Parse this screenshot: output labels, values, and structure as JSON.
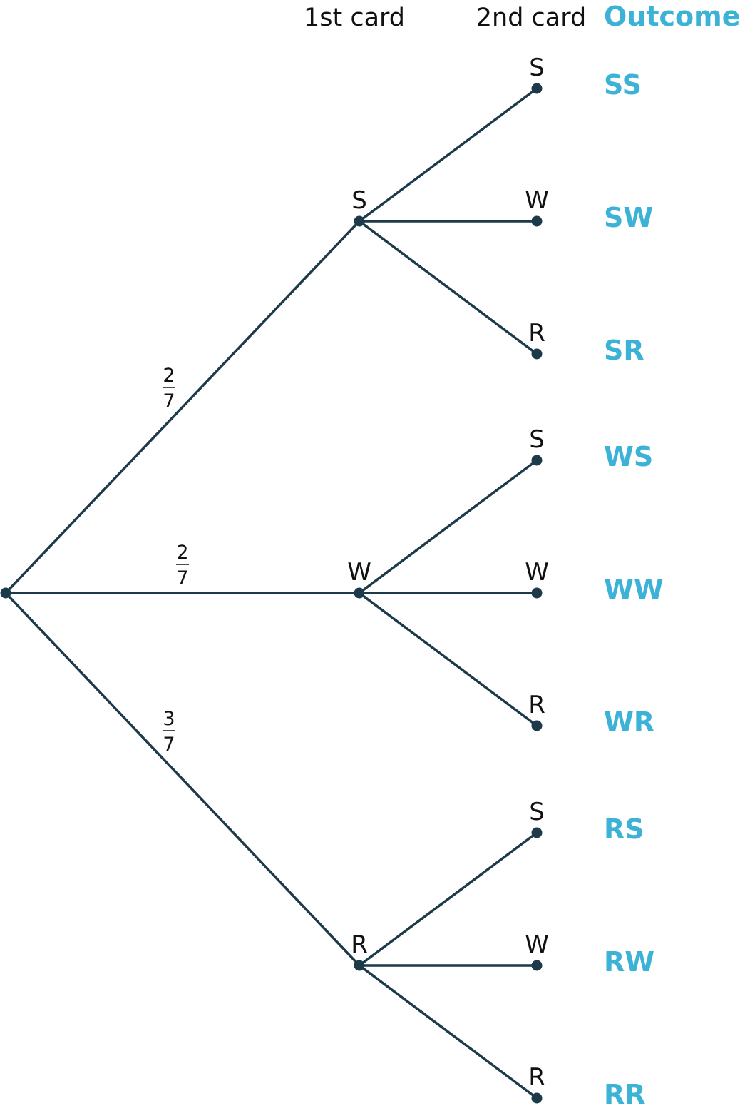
{
  "colors": {
    "line": "#1c3a4a",
    "text": "#111111",
    "outcome": "#3bb2d6"
  },
  "headers": {
    "first": "1st card",
    "second": "2nd card",
    "outcome": "Outcome"
  },
  "first_branches": [
    {
      "label": "S",
      "probability": {
        "numerator": "2",
        "denominator": "7"
      },
      "second": [
        {
          "label": "S",
          "outcome": "SS"
        },
        {
          "label": "W",
          "outcome": "SW"
        },
        {
          "label": "R",
          "outcome": "SR"
        }
      ]
    },
    {
      "label": "W",
      "probability": {
        "numerator": "2",
        "denominator": "7"
      },
      "second": [
        {
          "label": "S",
          "outcome": "WS"
        },
        {
          "label": "W",
          "outcome": "WW"
        },
        {
          "label": "R",
          "outcome": "WR"
        }
      ]
    },
    {
      "label": "R",
      "probability": {
        "numerator": "3",
        "denominator": "7"
      },
      "second": [
        {
          "label": "S",
          "outcome": "RS"
        },
        {
          "label": "W",
          "outcome": "RW"
        },
        {
          "label": "R",
          "outcome": "RR"
        }
      ]
    }
  ]
}
